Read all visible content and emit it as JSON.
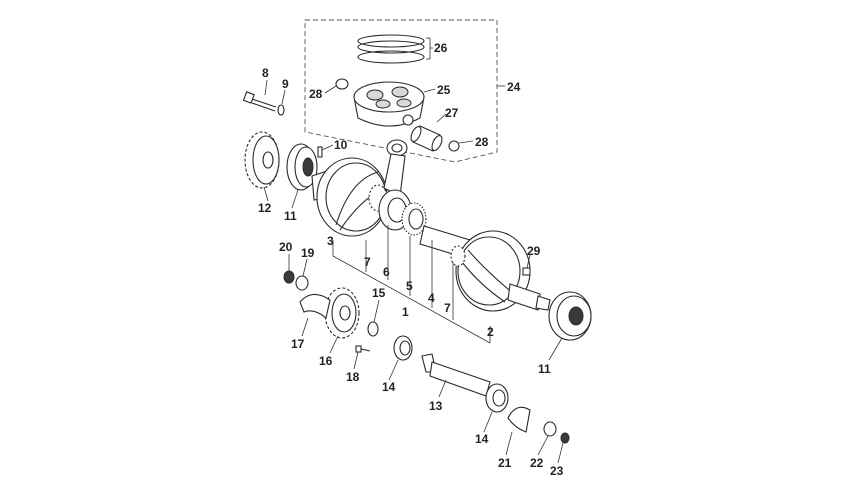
{
  "labels": {
    "l1": "1",
    "l2": "2",
    "l3": "3",
    "l4": "4",
    "l5": "5",
    "l6": "6",
    "l7a": "7",
    "l7b": "7",
    "l8": "8",
    "l9": "9",
    "l10": "10",
    "l11a": "11",
    "l11b": "11",
    "l12": "12",
    "l13": "13",
    "l14a": "14",
    "l14b": "14",
    "l15": "15",
    "l16": "16",
    "l17": "17",
    "l18": "18",
    "l19": "19",
    "l20": "20",
    "l21": "21",
    "l22": "22",
    "l23": "23",
    "l24": "24",
    "l25": "25",
    "l26": "26",
    "l27": "27",
    "l28a": "28",
    "l28b": "28",
    "l29": "29"
  }
}
